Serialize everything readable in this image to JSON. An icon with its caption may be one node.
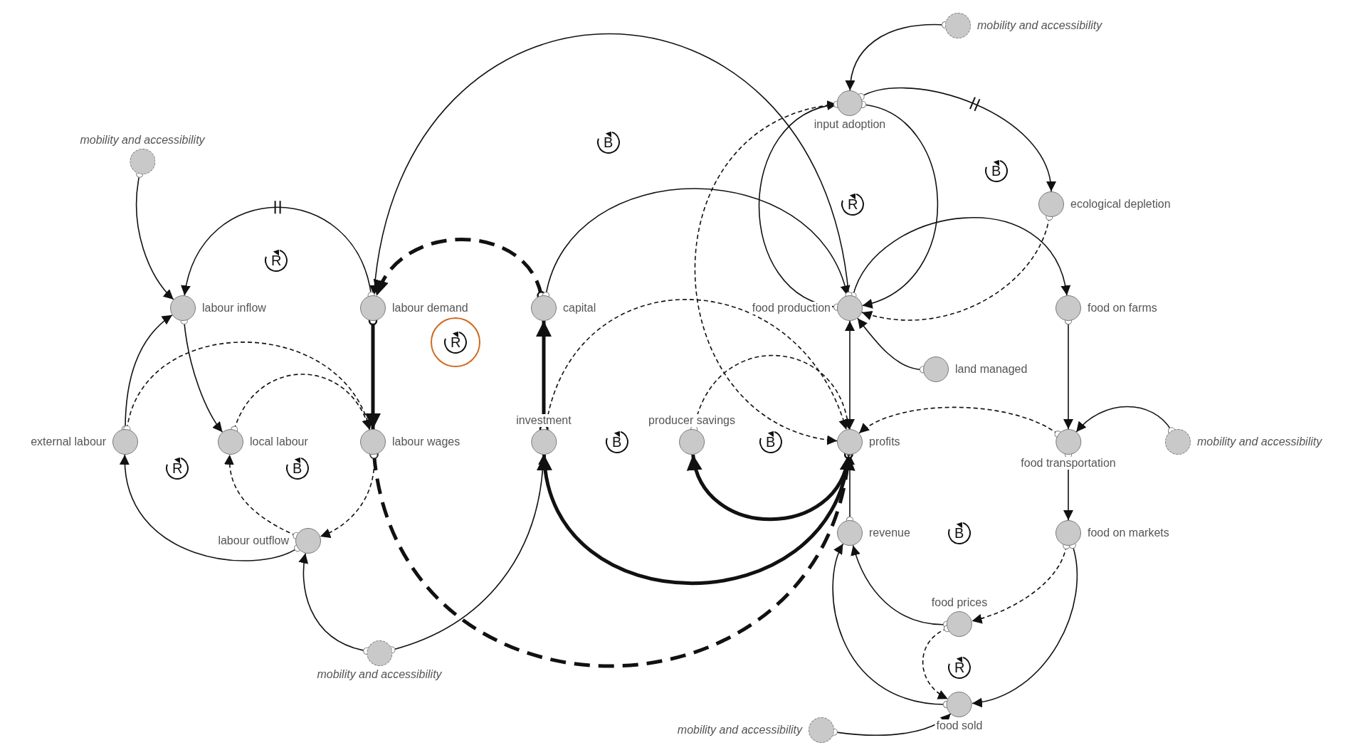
{
  "diagram": {
    "nodes": [
      {
        "text": [
          "mobility and accessibility"
        ]
      },
      {
        "text": [
          "input adoption"
        ]
      },
      {
        "text": [
          "mobility and accessibility"
        ]
      },
      {
        "text": [
          "ecological depletion"
        ]
      },
      {
        "text": [
          "labour inflow"
        ]
      },
      {
        "text": [
          "labour demand"
        ]
      },
      {
        "text": [
          "capital"
        ]
      },
      {
        "text": [
          "food production"
        ]
      },
      {
        "text": [
          "food on farms"
        ]
      },
      {
        "text": [
          "land managed"
        ]
      },
      {
        "text": [
          "investment"
        ]
      },
      {
        "text": [
          "producer savings"
        ]
      },
      {
        "text": [
          "external labour"
        ]
      },
      {
        "text": [
          "local labour"
        ]
      },
      {
        "text": [
          "labour wages"
        ]
      },
      {
        "text": [
          "profits"
        ]
      },
      {
        "text": [
          "food transportation"
        ]
      },
      {
        "text": [
          "mobility and accessibility"
        ]
      },
      {
        "text": [
          "labour outflow"
        ]
      },
      {
        "text": [
          "revenue"
        ]
      },
      {
        "text": [
          "food on markets"
        ]
      },
      {
        "text": [
          "food prices"
        ]
      },
      {
        "text": [
          "mobility and accessibility"
        ]
      },
      {
        "text": [
          "food sold"
        ]
      },
      {
        "text": [
          "mobility and accessibility"
        ]
      }
    ],
    "edges": [
      {
        "from": 0,
        "to": 1,
        "arrow": "to"
      },
      {
        "from": 1,
        "to": 3,
        "arrow": "to"
      },
      {
        "from": 1,
        "to": 7,
        "arrow": "to"
      },
      {
        "from": 7,
        "to": 1,
        "arrow": "to"
      },
      {
        "from": 3,
        "to": 7,
        "arrow": "to",
        "style": "dashed"
      },
      {
        "from": 7,
        "to": 8,
        "arrow": "to"
      },
      {
        "from": 9,
        "to": 7,
        "arrow": "to"
      },
      {
        "from": 8,
        "to": 16,
        "arrow": "to"
      },
      {
        "from": 17,
        "to": 16,
        "arrow": "to"
      },
      {
        "from": 16,
        "to": 15,
        "arrow": "to",
        "style": "dashed"
      },
      {
        "from": 16,
        "to": 20,
        "arrow": "to"
      },
      {
        "from": 20,
        "to": 21,
        "arrow": "to",
        "style": "dashed"
      },
      {
        "from": 20,
        "to": 23,
        "arrow": "to"
      },
      {
        "from": 21,
        "to": 19,
        "arrow": "to"
      },
      {
        "from": 21,
        "to": 23,
        "arrow": "to",
        "style": "dashed"
      },
      {
        "from": 23,
        "to": 19,
        "arrow": "to"
      },
      {
        "from": 24,
        "to": 23,
        "arrow": "to"
      },
      {
        "from": 19,
        "to": 15,
        "arrow": "to"
      },
      {
        "from": 7,
        "to": 15,
        "arrow": "both"
      },
      {
        "from": 15,
        "to": 10,
        "arrow": "to",
        "style": "thick"
      },
      {
        "from": 15,
        "to": 11,
        "arrow": "to",
        "style": "thick"
      },
      {
        "from": 14,
        "to": 15,
        "arrow": "to",
        "style": "dashed"
      },
      {
        "from": 10,
        "to": 15,
        "arrow": "to",
        "style": "dashed"
      },
      {
        "from": 11,
        "to": 15,
        "arrow": "to",
        "style": "dashed"
      },
      {
        "from": 1,
        "to": 15,
        "arrow": "to",
        "style": "dashed"
      },
      {
        "from": 5,
        "to": 14,
        "arrow": "to",
        "style": "thick"
      },
      {
        "from": 10,
        "to": 6,
        "arrow": "to",
        "style": "thick"
      },
      {
        "from": 6,
        "to": 5,
        "arrow": "to",
        "style": "dashed"
      },
      {
        "from": 6,
        "to": 7,
        "arrow": "to"
      },
      {
        "from": 7,
        "to": 5,
        "arrow": "to"
      },
      {
        "from": 2,
        "to": 4,
        "arrow": "to"
      },
      {
        "from": 5,
        "to": 4,
        "arrow": "to"
      },
      {
        "from": 4,
        "to": 13,
        "arrow": "to"
      },
      {
        "from": 12,
        "to": 4,
        "arrow": "to"
      },
      {
        "from": 12,
        "to": 14,
        "arrow": "to",
        "style": "dashed"
      },
      {
        "from": 13,
        "to": 14,
        "arrow": "to",
        "style": "dashed"
      },
      {
        "from": 14,
        "to": 18,
        "arrow": "to",
        "style": "dashed"
      },
      {
        "from": 18,
        "to": 13,
        "arrow": "to",
        "style": "dashed"
      },
      {
        "from": 18,
        "to": 12,
        "arrow": "to"
      },
      {
        "from": 22,
        "to": 18,
        "arrow": "to"
      },
      {
        "from": 22,
        "to": 10,
        "arrow": "to"
      }
    ],
    "labels": [
      "B",
      "B",
      "R",
      "R",
      "R",
      "B",
      "B",
      "R",
      "B",
      "B",
      "R"
    ]
  }
}
